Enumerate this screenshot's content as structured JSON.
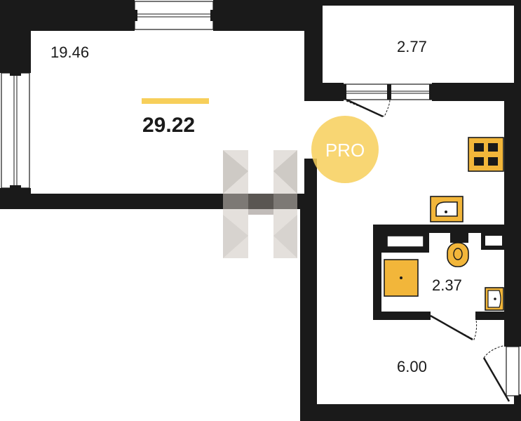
{
  "plan": {
    "total_area": "29.22",
    "badge": "PRO",
    "rooms": [
      {
        "id": "living",
        "area": "19.46"
      },
      {
        "id": "balcony",
        "area": "2.77"
      },
      {
        "id": "bathroom",
        "area": "2.37"
      },
      {
        "id": "hallway",
        "area": "6.00"
      }
    ]
  },
  "colors": {
    "wall": "#1a1a1a",
    "fixture": "#f2b63a",
    "badge": "#f7cf5a",
    "accent_bar": "#f7cf5a",
    "watermark": "#b8b0a8"
  }
}
